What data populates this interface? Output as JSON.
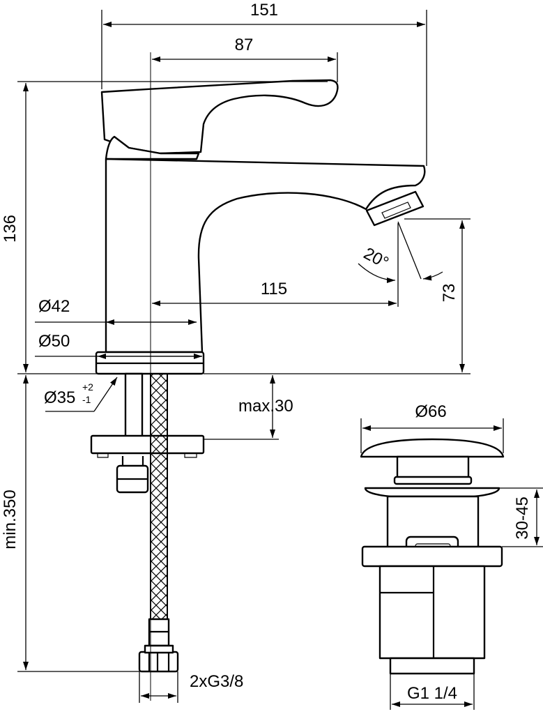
{
  "dimensions": {
    "overall_width": "151",
    "lever_width": "87",
    "overall_height": "136",
    "spout_reach": "115",
    "spout_angle": "20°",
    "spout_height": "73",
    "base_diameter_42": "Ø42",
    "base_diameter_50": "Ø50",
    "hole_diameter": "Ø35",
    "hole_tol_plus": "+2",
    "hole_tol_minus": "-1",
    "max_thickness": "max.30",
    "hose_length": "min.350",
    "hose_thread": "2xG3/8",
    "waste_diameter": "Ø66",
    "waste_range": "30-45",
    "waste_thread": "G1 1/4"
  }
}
